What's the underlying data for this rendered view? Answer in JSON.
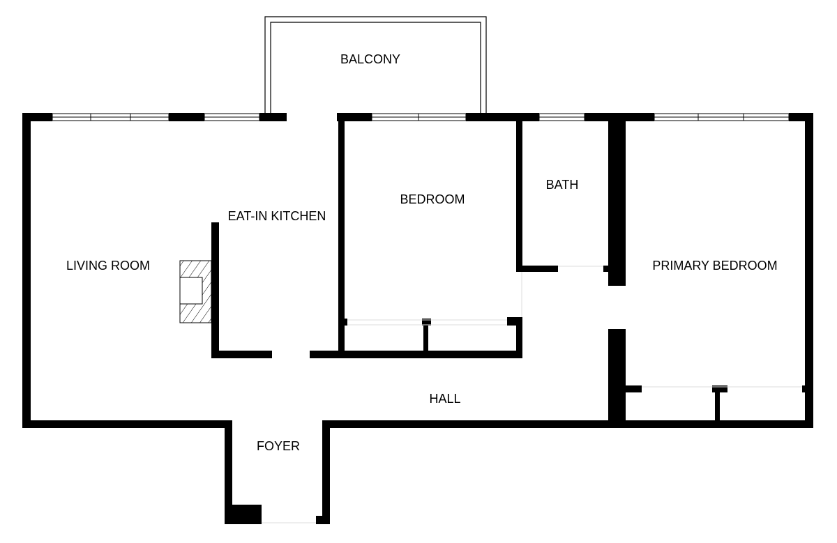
{
  "floorplan": {
    "rooms": {
      "balcony": "BALCONY",
      "eat_in_kitchen": "EAT-IN KITCHEN",
      "living_room": "LIVING ROOM",
      "bedroom": "BEDROOM",
      "bath": "BATH",
      "primary_bedroom": "PRIMARY BEDROOM",
      "hall": "HALL",
      "foyer": "FOYER"
    },
    "colors": {
      "wall": "#000000",
      "background": "#ffffff"
    }
  }
}
